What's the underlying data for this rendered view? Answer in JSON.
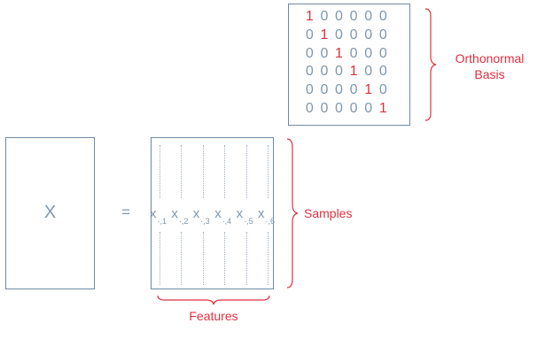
{
  "x_label": "X",
  "equals_sign": "=",
  "columns": [
    {
      "base": "x",
      "subscript": "·,1"
    },
    {
      "base": "x",
      "subscript": "·,2"
    },
    {
      "base": "x",
      "subscript": "·,3"
    },
    {
      "base": "x",
      "subscript": "·,4"
    },
    {
      "base": "x",
      "subscript": "·,5"
    },
    {
      "base": "x",
      "subscript": "·,6"
    }
  ],
  "basis_matrix": [
    [
      "1",
      "0",
      "0",
      "0",
      "0",
      "0"
    ],
    [
      "0",
      "1",
      "0",
      "0",
      "0",
      "0"
    ],
    [
      "0",
      "0",
      "1",
      "0",
      "0",
      "0"
    ],
    [
      "0",
      "0",
      "0",
      "1",
      "0",
      "0"
    ],
    [
      "0",
      "0",
      "0",
      "0",
      "1",
      "0"
    ],
    [
      "0",
      "0",
      "0",
      "0",
      "0",
      "1"
    ]
  ],
  "labels": {
    "basis_line1": "Orthonormal",
    "basis_line2": "Basis",
    "samples": "Samples",
    "features": "Features"
  },
  "colors": {
    "accent": "#e0313f",
    "stroke": "#6f8aa3",
    "text": "#7f97ad"
  }
}
